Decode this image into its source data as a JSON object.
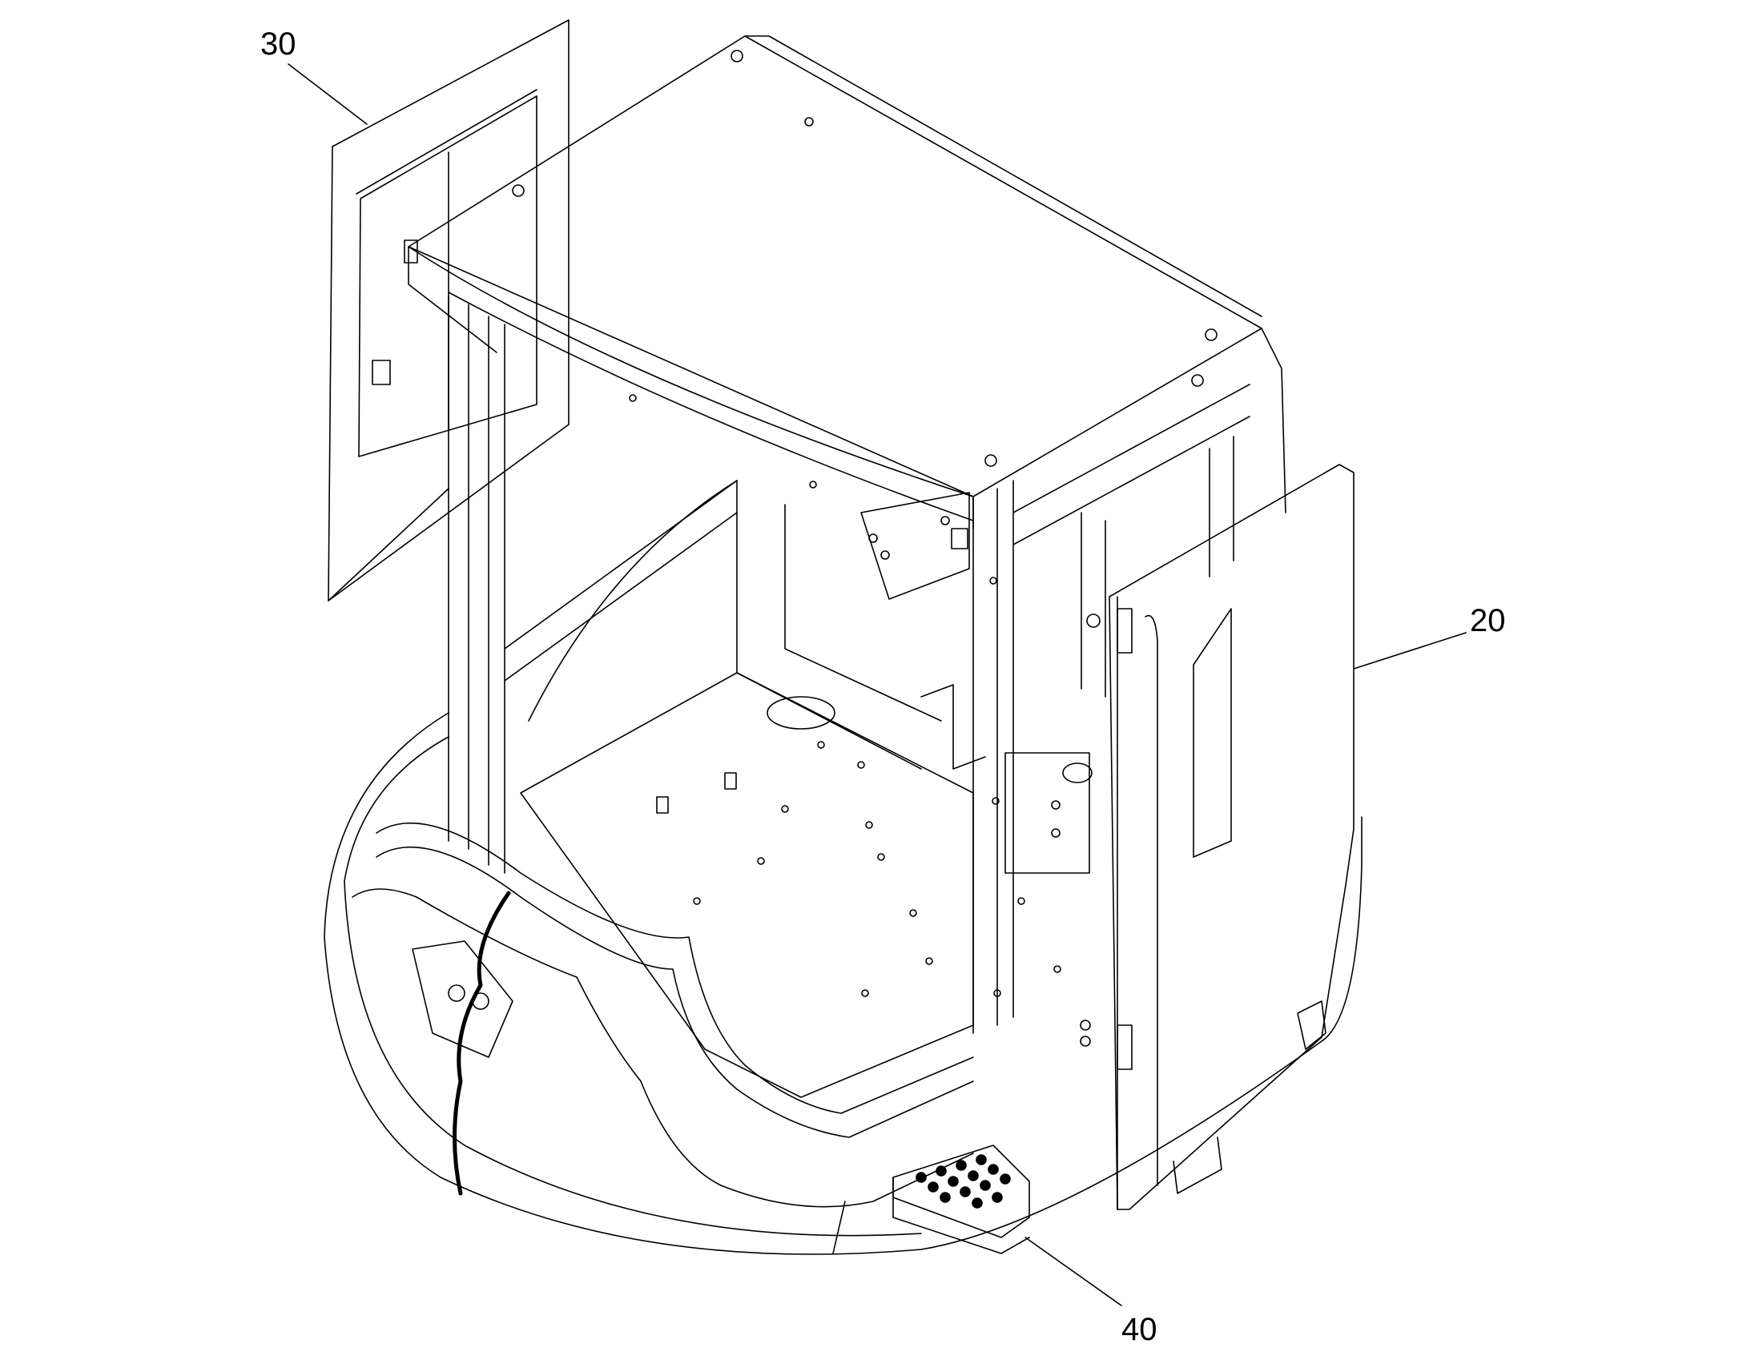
{
  "figure": {
    "reference_labels": {
      "side_window": "30",
      "door": "20",
      "step": "40"
    },
    "colors": {
      "line": "#000000",
      "background": "#ffffff"
    }
  }
}
